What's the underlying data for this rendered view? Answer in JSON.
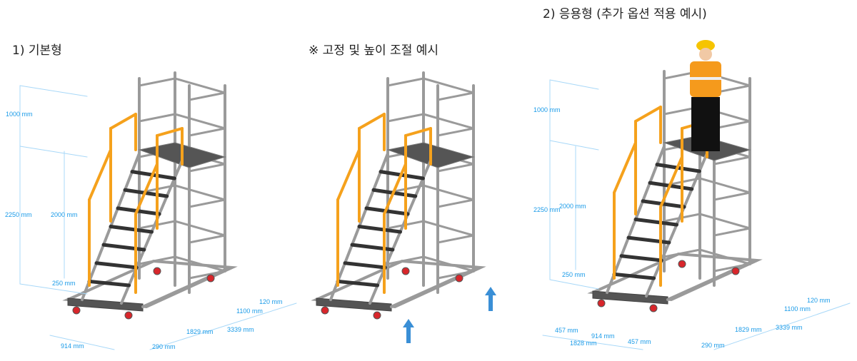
{
  "titles": {
    "basic": "1) 기본형",
    "fixed_height": "※ 고정 및 높이 조절 예시",
    "applied": "2) 응용형 (추가 옵션 적용 예시)"
  },
  "basic_dims": {
    "guard_height": "1000 mm",
    "total_height": "2250 mm",
    "platform_height": "2000 mm",
    "base_height": "250 mm",
    "offset_120": "120 mm",
    "depth_1100": "1100 mm",
    "length_1829": "1829 mm",
    "total_length": "3339 mm",
    "width": "914 mm",
    "front_290": "290 mm"
  },
  "applied_dims": {
    "guard_height": "1000 mm",
    "total_height": "2250 mm",
    "platform_height": "2000 mm",
    "base_height": "250 mm",
    "offset_120": "120 mm",
    "depth_1100": "1100 mm",
    "length_1829": "1829 mm",
    "total_length": "3339 mm",
    "side_left": "457 mm",
    "width": "914 mm",
    "total_width": "1828 mm",
    "side_right": "457 mm",
    "front_290": "290 mm"
  },
  "colors": {
    "frame": "#9a9a9a",
    "handrail": "#f5a11c",
    "dimension": "#1a9be8",
    "caster": "#d8262b",
    "arrow": "#3a8fd6"
  }
}
